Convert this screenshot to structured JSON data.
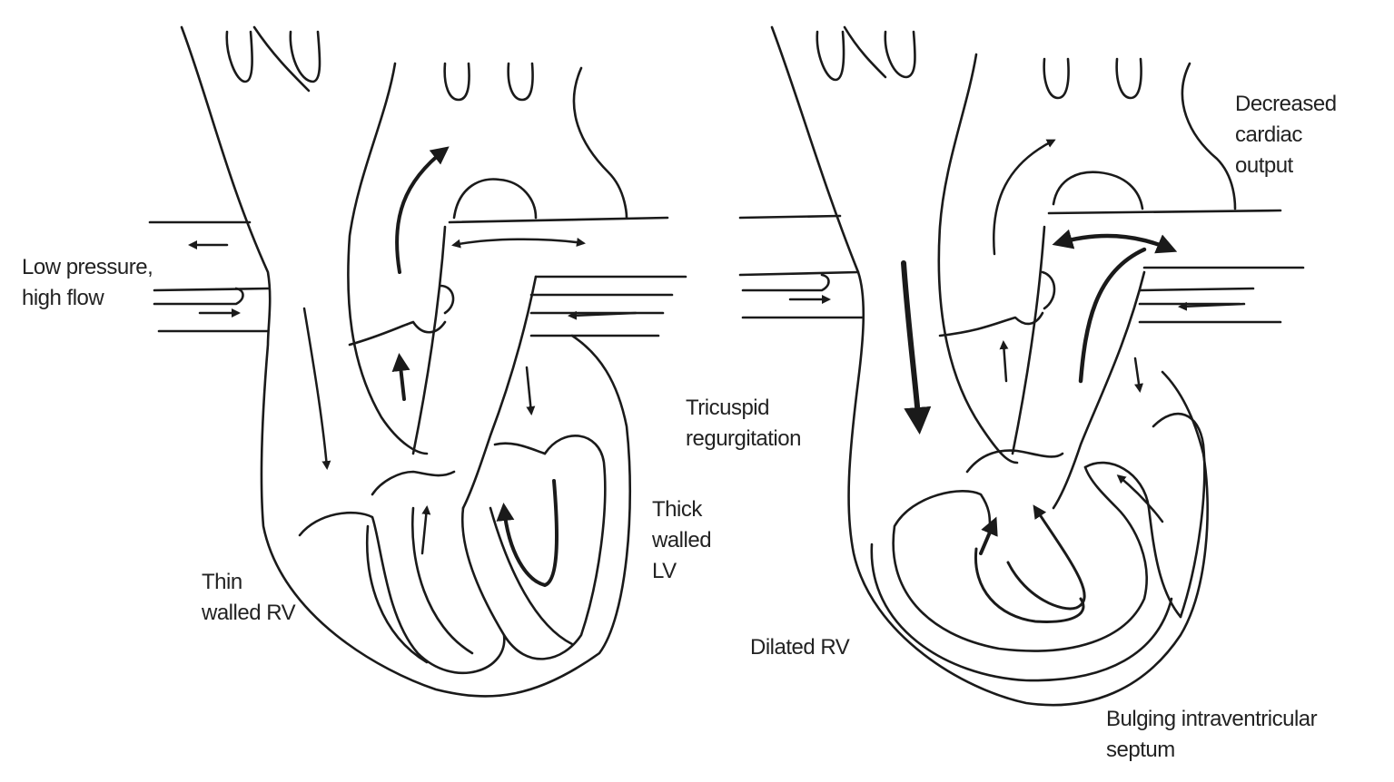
{
  "left_heart": {
    "labels": {
      "pressure": [
        "Low pressure,",
        "high flow"
      ],
      "rv": [
        "Thin",
        "walled RV"
      ],
      "lv": [
        "Thick",
        "walled",
        "LV"
      ]
    }
  },
  "right_heart": {
    "labels": {
      "output": [
        "Decreased",
        "cardiac",
        "output"
      ],
      "tricuspid": [
        "Tricuspid",
        "regurgitation"
      ],
      "rv": [
        "Dilated RV"
      ],
      "septum": [
        "Bulging intraventricular",
        "septum"
      ]
    }
  },
  "colors": {
    "line": "#1a1a1a",
    "background": "#ffffff"
  }
}
